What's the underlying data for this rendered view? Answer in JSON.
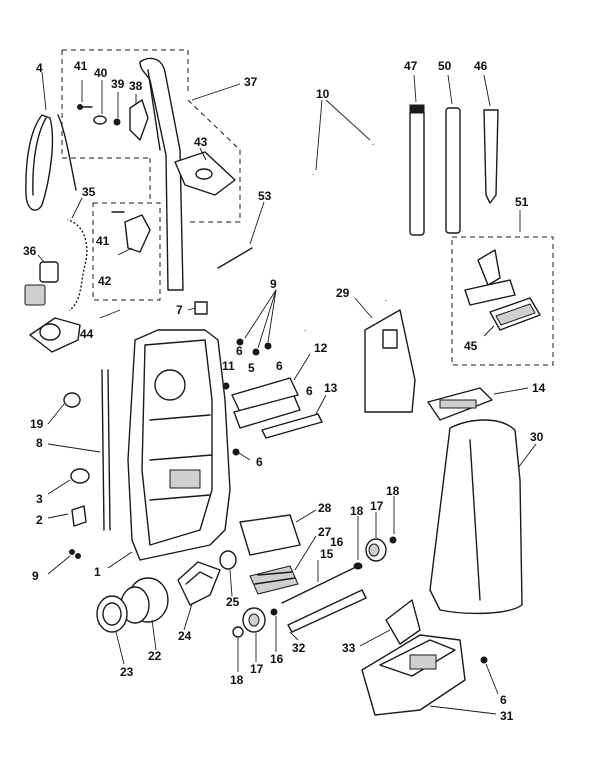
{
  "labels": {
    "l4": "4",
    "l41a": "41",
    "l40": "40",
    "l39": "39",
    "l38": "38",
    "l37": "37",
    "l43": "43",
    "l35": "35",
    "l36": "36",
    "l41b": "41",
    "l42": "42",
    "l44": "44",
    "l53": "53",
    "l10": "10",
    "l47": "47",
    "l50": "50",
    "l46": "46",
    "l51": "51",
    "l45": "45",
    "l9a": "9",
    "l7": "7",
    "l6a": "6",
    "l6b": "6",
    "l11": "11",
    "l5": "5",
    "l12": "12",
    "l6c": "6",
    "l13": "13",
    "l29": "29",
    "l14": "14",
    "l30": "30",
    "l19": "19",
    "l8": "8",
    "l6d": "6",
    "l3": "3",
    "l2": "2",
    "l28": "28",
    "l27": "27",
    "l18a": "18",
    "l16a": "16",
    "l17a": "17",
    "l15": "15",
    "l1": "1",
    "l9b": "9",
    "l25": "25",
    "l24": "24",
    "l22": "22",
    "l23": "23",
    "l18b": "18",
    "l17b": "17",
    "l16b": "16",
    "l32": "32",
    "l33": "33",
    "l6e": "6",
    "l31": "31"
  }
}
